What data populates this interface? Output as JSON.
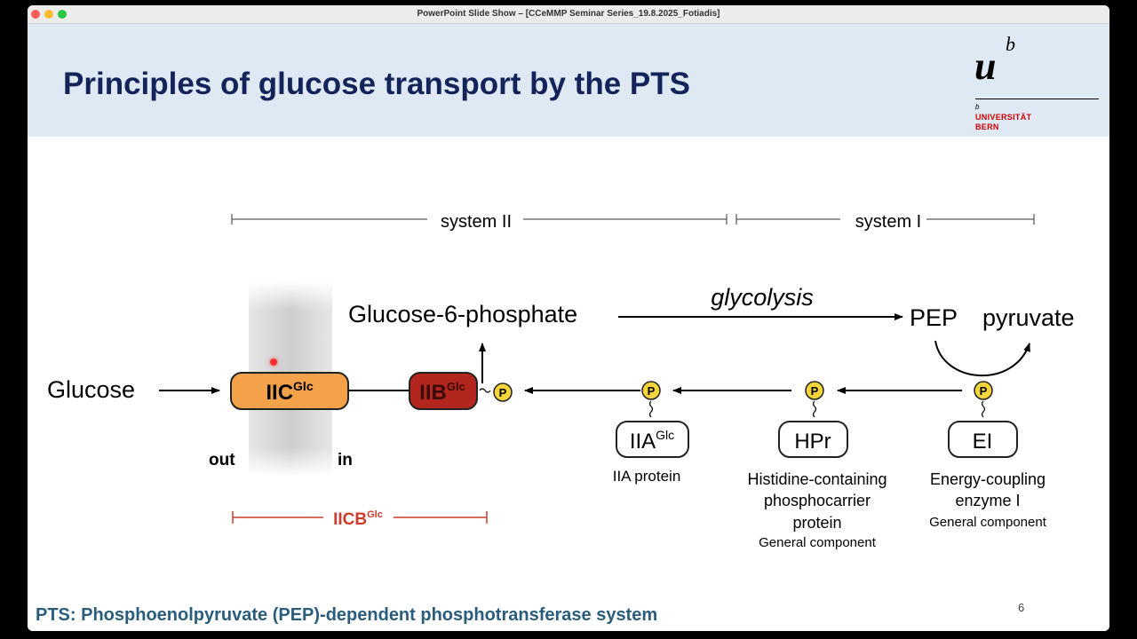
{
  "window": {
    "title": "PowerPoint Slide Show – [CCeMMP Seminar Series_19.8.2025_Fotiadis]"
  },
  "slide": {
    "title": "Principles of glucose transport by the PTS",
    "logo": {
      "u": "u",
      "b": "b",
      "small": "b",
      "line1": "UNIVERSITÄT",
      "line2": "BERN"
    },
    "footer": "PTS: Phosphoenolpyruvate (PEP)-dependent phosphotransferase system",
    "page_number": "6"
  },
  "diagram": {
    "system2": "system II",
    "system1": "system I",
    "glucose": "Glucose",
    "g6p": "Glucose-6-phosphate",
    "glycolysis": "glycolysis",
    "pep": "PEP",
    "pyruvate": "pyruvate",
    "iic": "IIC",
    "iic_sup": "Glc",
    "iib": "IIB",
    "iib_sup": "Glc",
    "iia": "IIA",
    "iia_sup": "Glc",
    "hpr": "HPr",
    "ei": "EI",
    "phospho": "P",
    "out": "out",
    "in": "in",
    "iicb": "IICB",
    "iicb_sup": "Glc",
    "iia_label": "IIA protein",
    "hpr_label1": "Histidine-containing",
    "hpr_label2": "phosphocarrier",
    "hpr_label3": "protein",
    "hpr_sub": "General component",
    "ei_label1": "Energy-coupling",
    "ei_label2": "enzyme I",
    "ei_sub": "General component",
    "colors": {
      "iic": "#f4a24a",
      "iib": "#b3261e",
      "phospho": "#f5d53a",
      "iicb": "#d03a2e",
      "title": "#14235a",
      "footer": "#2a5d7c"
    }
  }
}
